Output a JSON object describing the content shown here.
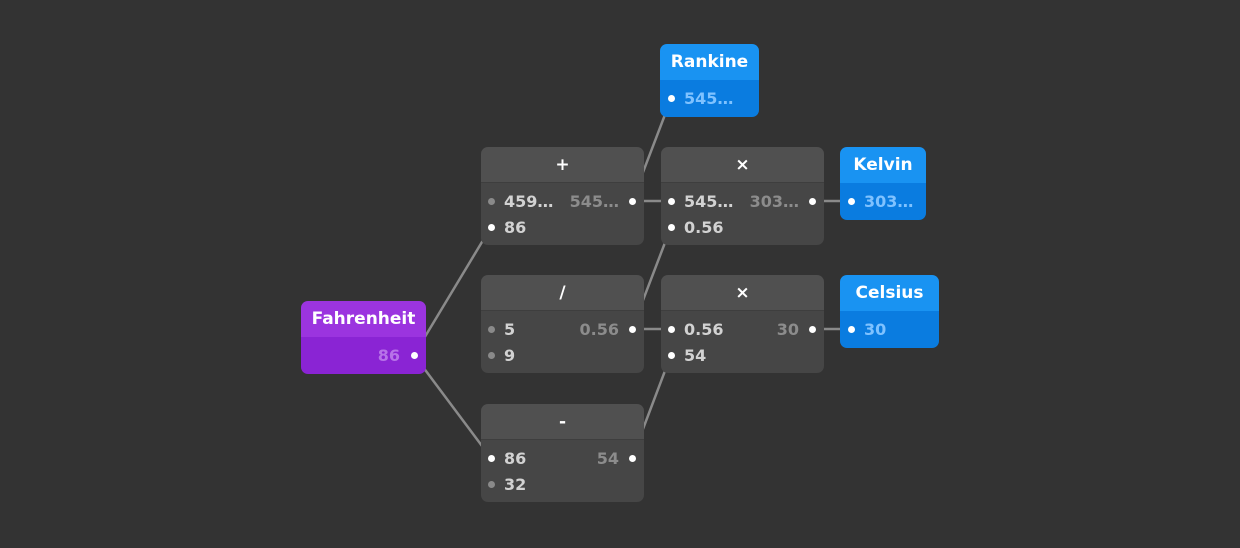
{
  "nodes": {
    "rankine": {
      "title": "Rankine",
      "input": "545…"
    },
    "kelvin": {
      "title": "Kelvin",
      "input": "303…"
    },
    "celsius": {
      "title": "Celsius",
      "input": "30"
    },
    "fahrenheit": {
      "title": "Fahrenheit",
      "output": "86"
    },
    "add": {
      "title": "+",
      "in1": "459…",
      "in2": "86",
      "output": "545…"
    },
    "mul1": {
      "title": "×",
      "in1": "545…",
      "in2": "0.56",
      "output": "303…"
    },
    "div": {
      "title": "/",
      "in1": "5",
      "in2": "9",
      "output": "0.56"
    },
    "mul2": {
      "title": "×",
      "in1": "0.56",
      "in2": "54",
      "output": "30"
    },
    "sub": {
      "title": "-",
      "in1": "86",
      "in2": "32",
      "output": "54"
    }
  },
  "colors": {
    "background": "#333333",
    "operator_node": "#464646",
    "output_node": "#0a7ce0",
    "input_node": "#8a24d4",
    "wire": "#8a8a8a"
  }
}
